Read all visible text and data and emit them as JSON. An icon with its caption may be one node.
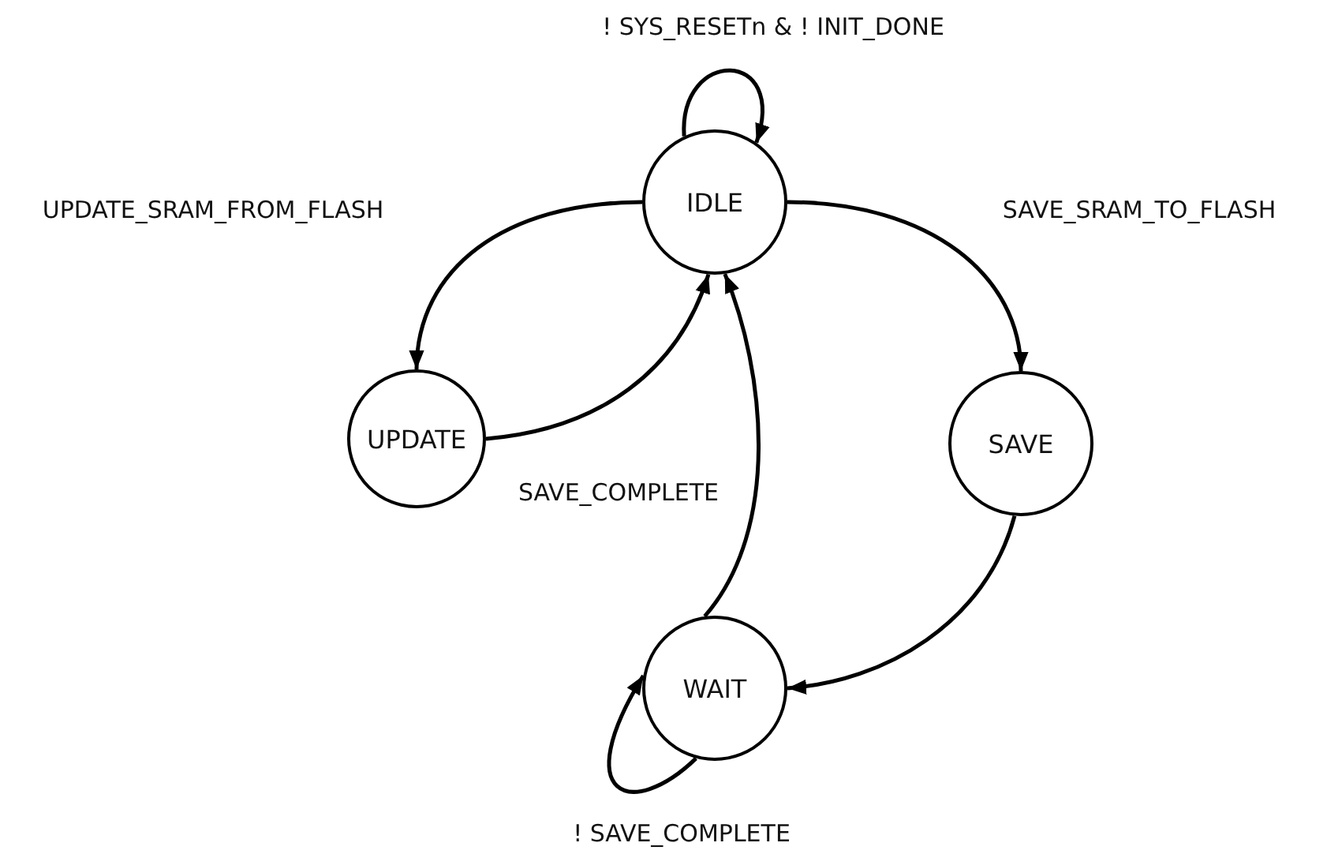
{
  "diagram": {
    "nodes": [
      {
        "text": [
          "IDLE"
        ]
      },
      {
        "text": [
          "UPDATE"
        ]
      },
      {
        "text": [
          "SAVE"
        ]
      },
      {
        "text": [
          "WAIT"
        ]
      }
    ],
    "edges": [
      {
        "from": 0,
        "to": 0,
        "arrow": "to",
        "label": "! SYS_RESETn & ! INIT_DONE"
      },
      {
        "from": 0,
        "to": 1,
        "arrow": "to",
        "label": "UPDATE_SRAM_FROM_FLASH"
      },
      {
        "from": 1,
        "to": 0,
        "arrow": "to"
      },
      {
        "from": 0,
        "to": 2,
        "arrow": "to",
        "label": "SAVE_SRAM_TO_FLASH"
      },
      {
        "from": 3,
        "to": 0,
        "arrow": "to",
        "label": "SAVE_COMPLETE"
      },
      {
        "from": 2,
        "to": 3,
        "arrow": "to"
      },
      {
        "from": 3,
        "to": 3,
        "arrow": "to",
        "label": "! SAVE_COMPLETE"
      }
    ]
  }
}
